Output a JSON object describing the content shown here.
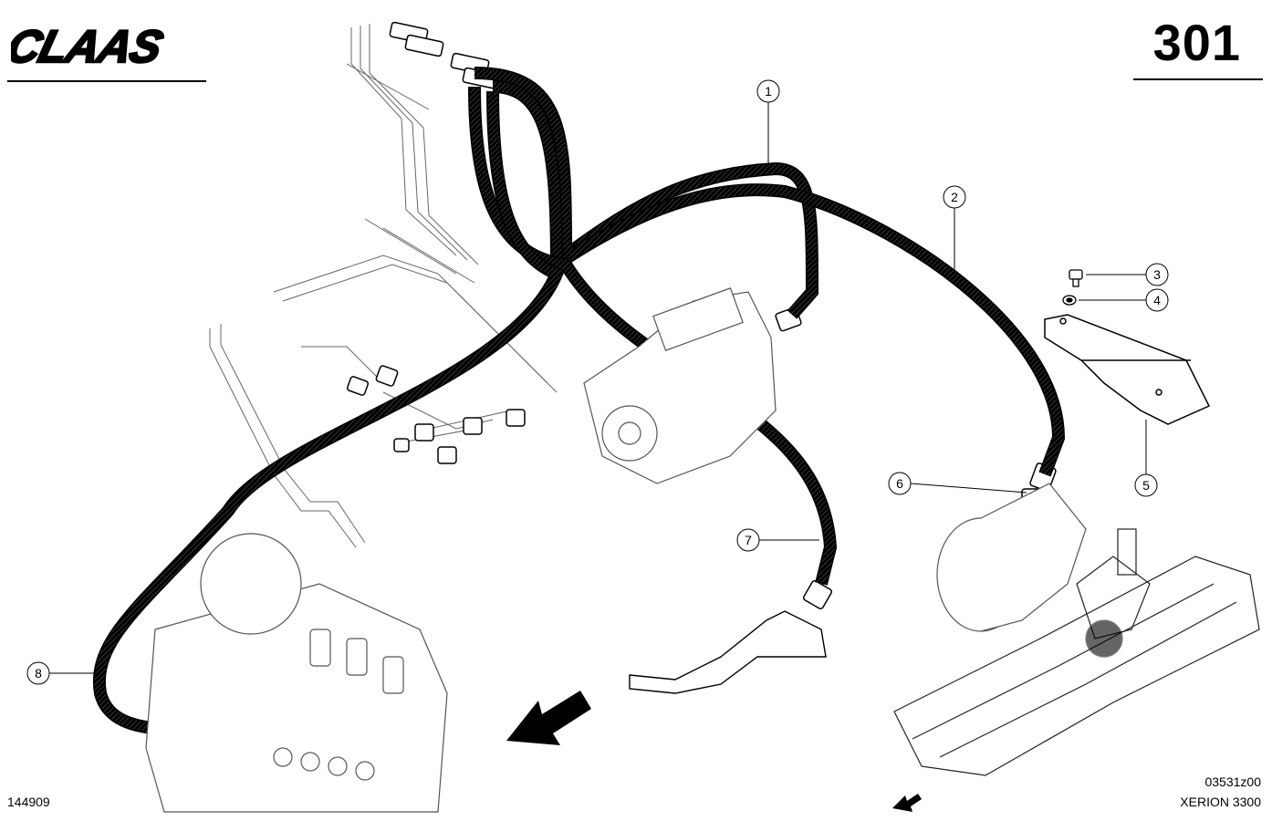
{
  "header": {
    "brand": "CLAAS",
    "page_number": "301"
  },
  "callouts": [
    "1",
    "2",
    "3",
    "4",
    "5",
    "6",
    "7",
    "8"
  ],
  "footer": {
    "left_code": "144909",
    "drawing_code": "03531z00",
    "model": "XERION 3300"
  }
}
